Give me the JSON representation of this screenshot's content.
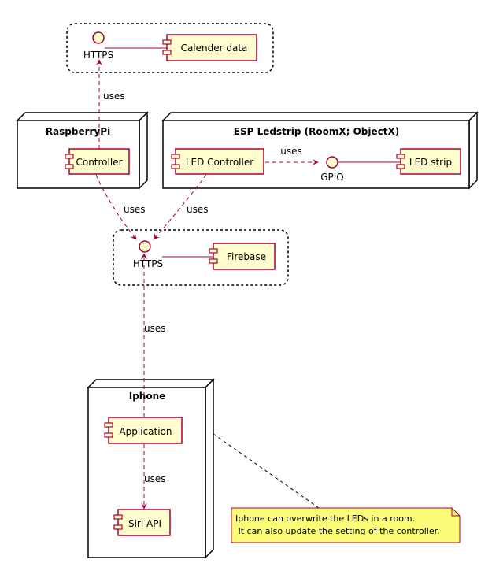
{
  "colors": {
    "component_fill": "#FEFECE",
    "component_stroke": "#A80036",
    "note_fill": "#FBFB77",
    "line": "#000000"
  },
  "clouds": {
    "top": {
      "interface_label": "HTTPS",
      "component_label": "Calender data"
    },
    "middle": {
      "interface_label": "HTTPS",
      "component_label": "Firebase"
    }
  },
  "nodes": {
    "raspberry": {
      "title": "RaspberryPi",
      "component_label": "Controller"
    },
    "esp": {
      "title": "ESP Ledstrip (RoomX; ObjectX)",
      "controller_label": "LED Controller",
      "gpio_label": "GPIO",
      "strip_label": "LED strip",
      "uses_label": "uses"
    },
    "iphone": {
      "title": "Iphone",
      "application_label": "Application",
      "siri_label": "Siri API"
    }
  },
  "edges": {
    "controller_to_top_https": "uses",
    "controller_to_middle_https": "uses",
    "led_controller_to_middle_https": "uses",
    "application_to_middle_https": "uses",
    "application_to_siri": "uses"
  },
  "note": {
    "line1": "Iphone can overwrite the LEDs in a room.",
    "line2": " It can also update the setting of the controller."
  }
}
